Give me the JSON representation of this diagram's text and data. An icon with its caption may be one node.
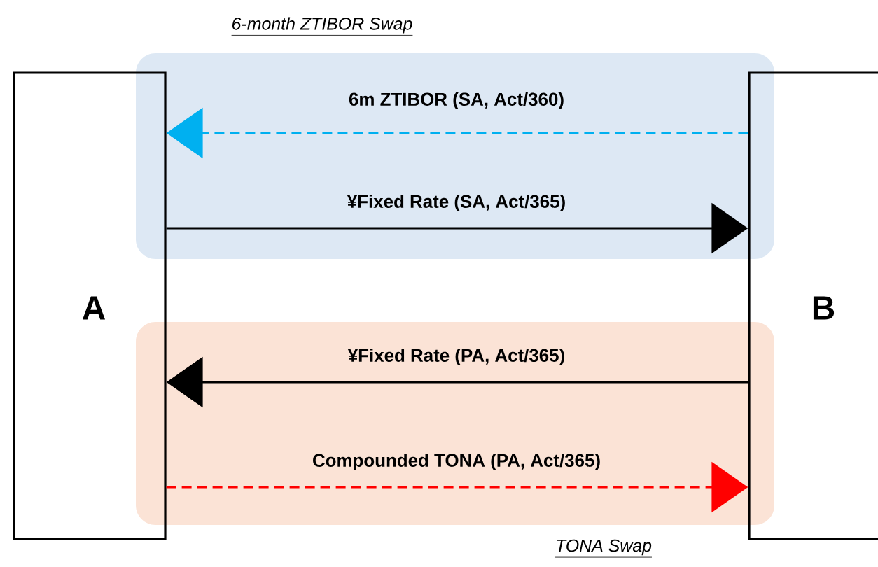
{
  "diagram": {
    "nodes": [
      {
        "text": [
          "A"
        ]
      },
      {
        "text": [
          "B"
        ]
      }
    ],
    "edges": [
      {
        "from": 1,
        "to": 0,
        "arrow": "to",
        "label": "6m ZTIBOR (SA, Act/360)",
        "style": "dashed",
        "color": "#00b0f0"
      },
      {
        "from": 0,
        "to": 1,
        "arrow": "to",
        "label": "¥Fixed Rate (SA, Act/365)"
      },
      {
        "from": 1,
        "to": 0,
        "arrow": "to",
        "label": "¥Fixed Rate (PA, Act/365)"
      },
      {
        "from": 0,
        "to": 1,
        "arrow": "to",
        "label": "Compounded TONA (PA, Act/365)",
        "style": "dashed",
        "color": "#ff0000"
      }
    ],
    "labels": [
      "6-month ZTIBOR Swap",
      "TONA Swap"
    ]
  }
}
